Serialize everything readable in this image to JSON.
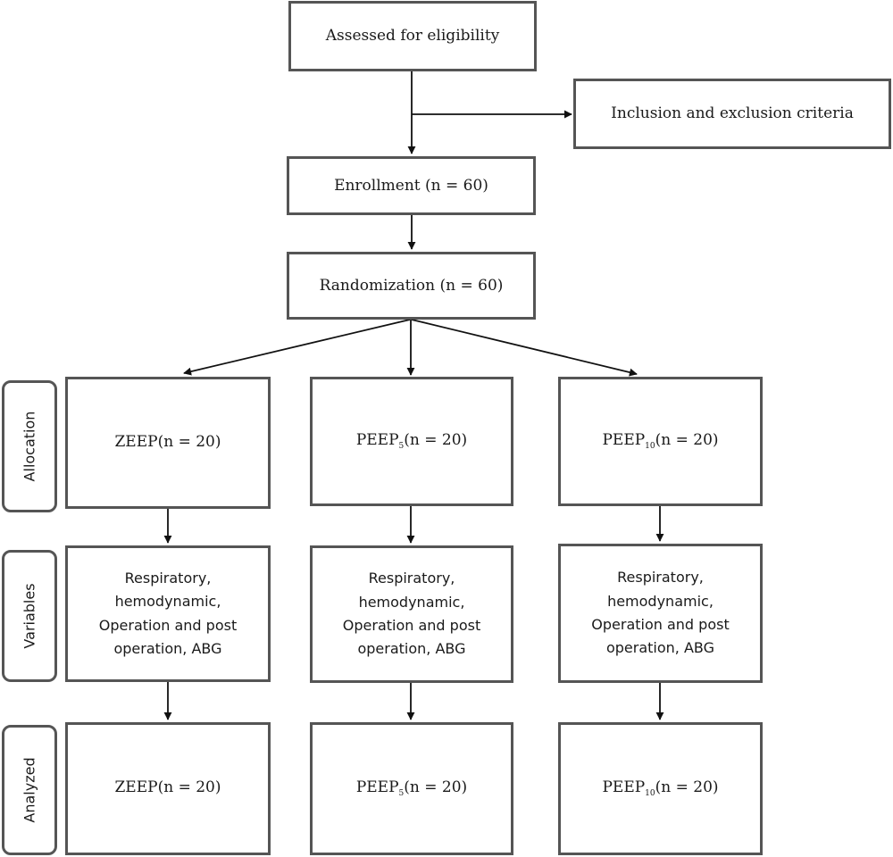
{
  "boxes": {
    "assessed": "Assessed for eligibility",
    "criteria": "Inclusion and exclusion criteria",
    "enrollment": "Enrollment (n = 60)",
    "randomization": "Randomization (n = 60)"
  },
  "groups": [
    {
      "base": "ZEEP",
      "sub": "",
      "count": "(n = 20)"
    },
    {
      "base": "PEEP",
      "sub": "5",
      "count": "(n = 20)"
    },
    {
      "base": "PEEP",
      "sub": "10",
      "count": "(n = 20)"
    }
  ],
  "variables_text": [
    "Respiratory,",
    "hemodynamic,",
    "Operation and post",
    "operation, ABG"
  ],
  "stages": {
    "allocation": "Allocation",
    "variables": "Variables",
    "analyzed": "Analyzed"
  }
}
